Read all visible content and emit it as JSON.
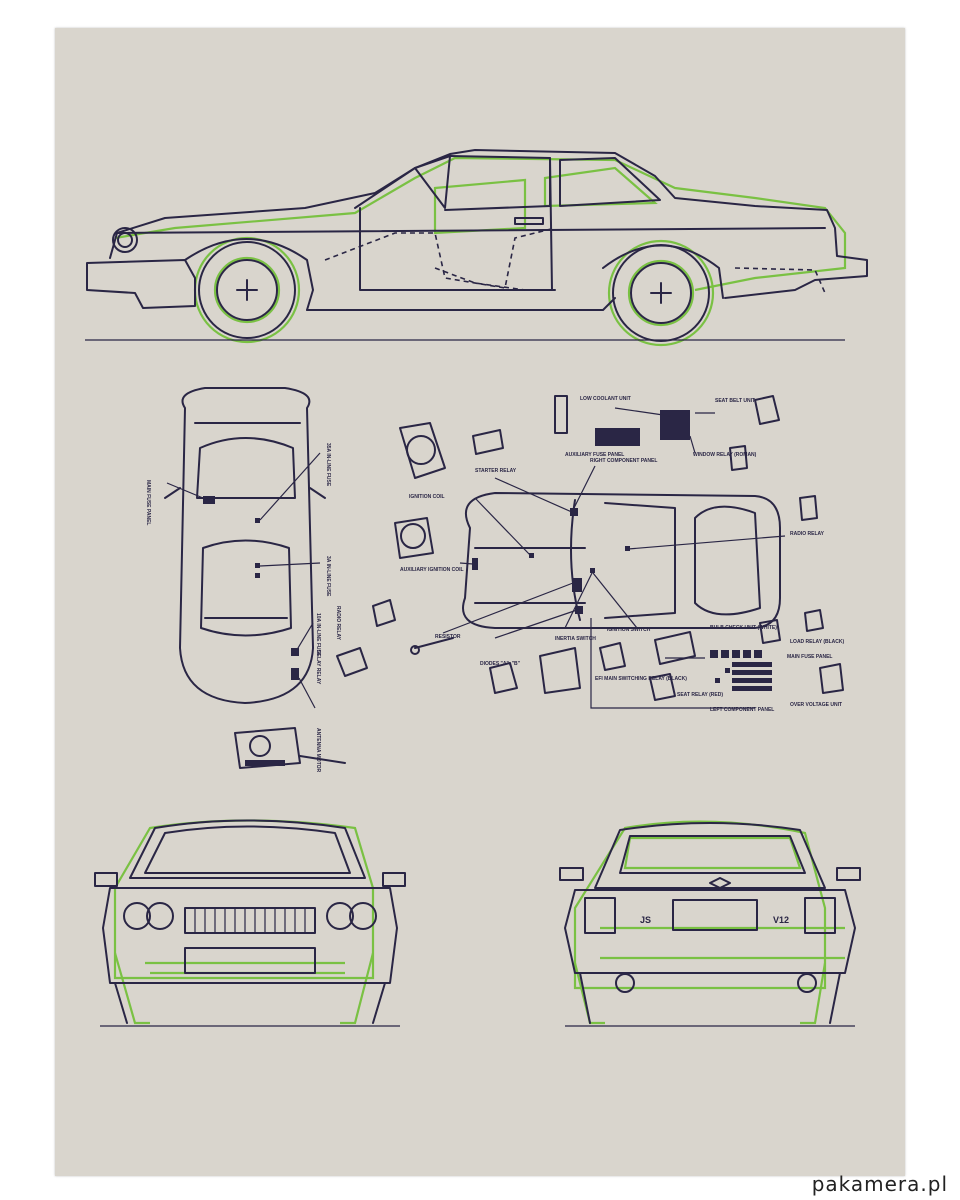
{
  "labels": {
    "ignition_coil": "IGNITION COIL",
    "aux_ignition_coil": "AUXILIARY IGNITION COIL",
    "starter_relay": "STARTER RELAY",
    "low_coolant": "LOW COOLANT UNIT",
    "aux_fuse_panel": "AUXILIARY FUSE PANEL",
    "right_component_panel": "RIGHT COMPONENT PANEL",
    "seat_belt_unit": "SEAT BELT UNIT",
    "window_relay": "WINDOW RELAY (ROMAN)",
    "radio_relay": "RADIO RELAY",
    "resistor": "RESISTOR",
    "diodes": "DIODES \"A\", \"B\"",
    "inertia_switch": "INERTIA SWITCH",
    "ignition_switch": "IGNITION SWITCH",
    "efi_relay": "EFI MAIN SWITCHING RELAY (BLACK)",
    "seat_relay": "SEAT RELAY (RED)",
    "left_component_panel": "LEFT COMPONENT PANEL",
    "bulb_check": "BULB CHECK UNIT (WHITE)",
    "load_relay": "LOAD RELAY (BLACK)",
    "main_fuse_panel_r": "MAIN FUSE PANEL",
    "over_voltage": "OVER VOLTAGE UNIT",
    "main_fuse_panel_l": "MAIN FUSE PANEL",
    "fuse_35a": "35A IN-LINE FUSE",
    "fuse_3a": "3A IN-LINE FUSE",
    "radio_relay_l": "RADIO RELAY",
    "fuse_10a": "10A IN-LINE FUSE",
    "delay_relay": "DELAY RELAY",
    "antenna_motor": "ANTENNA MOTOR"
  },
  "rear_plate_text": {
    "left": "JS",
    "right": "V12"
  },
  "watermark": "pakamera.pl",
  "colors": {
    "ink": "#2a2645",
    "green": "#7ac143",
    "paper": "#d9d5cd"
  }
}
